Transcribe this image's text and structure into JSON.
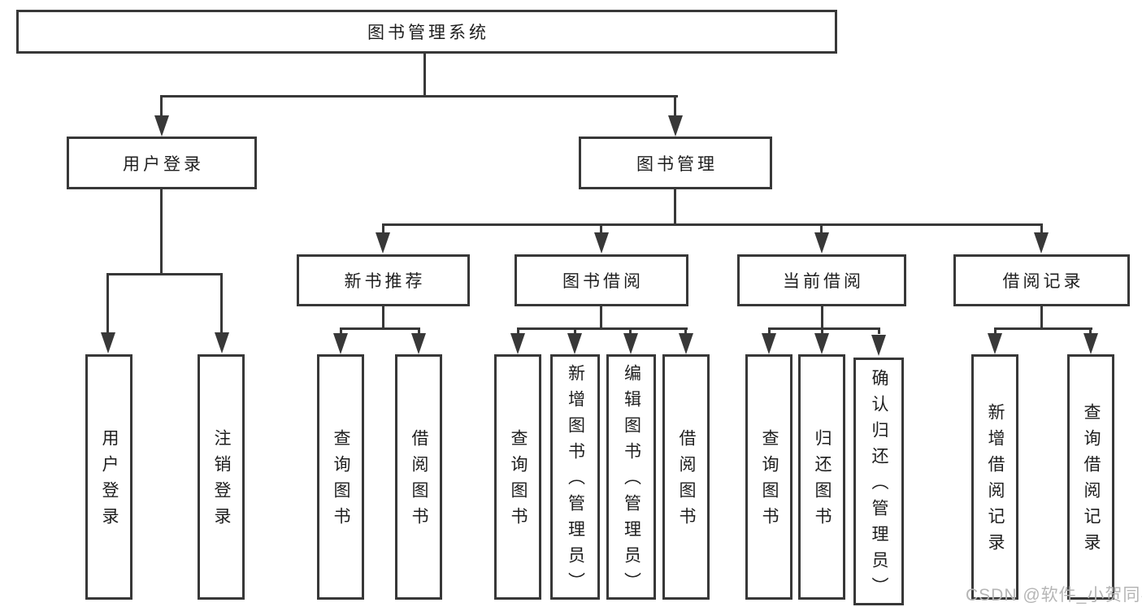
{
  "diagram": {
    "title": "图书管理系统",
    "nodes": {
      "root": {
        "label": "图书管理系统"
      },
      "user_login": {
        "label": "用户登录"
      },
      "book_mgmt": {
        "label": "图书管理"
      },
      "new_book_rec": {
        "label": "新书推荐"
      },
      "book_borrow": {
        "label": "图书借阅"
      },
      "current_borrow": {
        "label": "当前借阅"
      },
      "borrow_record": {
        "label": "借阅记录"
      },
      "ul_user_login": {
        "label": "用户登录"
      },
      "ul_logout": {
        "label": "注销登录"
      },
      "nb_query_book": {
        "label": "查询图书"
      },
      "nb_borrow_book": {
        "label": "借阅图书"
      },
      "bb_query_book": {
        "label": "查询图书"
      },
      "bb_add_book": {
        "label": "新增图书（管理员）"
      },
      "bb_edit_book": {
        "label": "编辑图书（管理员）"
      },
      "bb_borrow_book": {
        "label": "借阅图书"
      },
      "cb_query_book": {
        "label": "查询图书"
      },
      "cb_return_book": {
        "label": "归还图书"
      },
      "cb_confirm_return": {
        "label": "确认归还（管理员）"
      },
      "br_add_record": {
        "label": "新增借阅记录"
      },
      "br_query_record": {
        "label": "查询借阅记录"
      }
    },
    "hierarchy": {
      "图书管理系统": {
        "用户登录": [
          "用户登录",
          "注销登录"
        ],
        "图书管理": {
          "新书推荐": [
            "查询图书",
            "借阅图书"
          ],
          "图书借阅": [
            "查询图书",
            "新增图书（管理员）",
            "编辑图书（管理员）",
            "借阅图书"
          ],
          "当前借阅": [
            "查询图书",
            "归还图书",
            "确认归还（管理员）"
          ],
          "借阅记录": [
            "新增借阅记录",
            "查询借阅记录"
          ]
        }
      }
    },
    "line_color": "#383838"
  },
  "watermark": {
    "text": "CSDN @软件_小贺同学"
  }
}
